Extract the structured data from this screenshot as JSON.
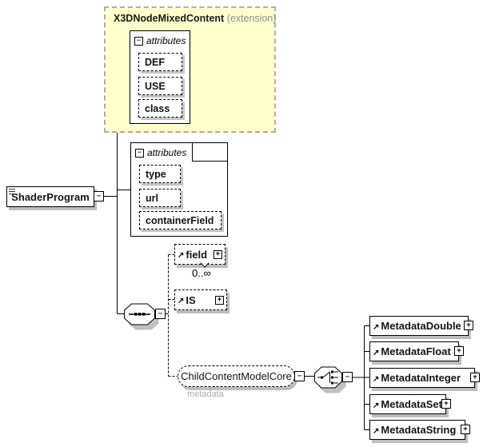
{
  "icons": {
    "collapse": "−",
    "expand": "+",
    "reference_arrow": "↗"
  },
  "extension_block": {
    "title": "X3DNodeMixedContent",
    "suffix": "(extension)",
    "attributes_label": "attributes",
    "attrs": [
      "DEF",
      "USE",
      "class"
    ]
  },
  "root_element": {
    "name": "ShaderProgram"
  },
  "attributes_block": {
    "attributes_label": "attributes",
    "attrs": [
      "type",
      "url",
      "containerField"
    ]
  },
  "sequence_children": {
    "field": {
      "name": "field",
      "occurs": "0..∞"
    },
    "is": {
      "name": "IS"
    },
    "group": {
      "name": "ChildContentModelCore",
      "annotation": "metadata"
    }
  },
  "choice_elements": [
    {
      "name": "MetadataDouble"
    },
    {
      "name": "MetadataFloat"
    },
    {
      "name": "MetadataInteger"
    },
    {
      "name": "MetadataSet"
    },
    {
      "name": "MetadataString"
    }
  ],
  "colors": {
    "extension_bg": "#FFFFCC",
    "extension_border": "#ADADAD",
    "shadow": "#BDBDBD",
    "muted_text": "#8C8C8C",
    "annotation_text": "#ABABAB"
  }
}
